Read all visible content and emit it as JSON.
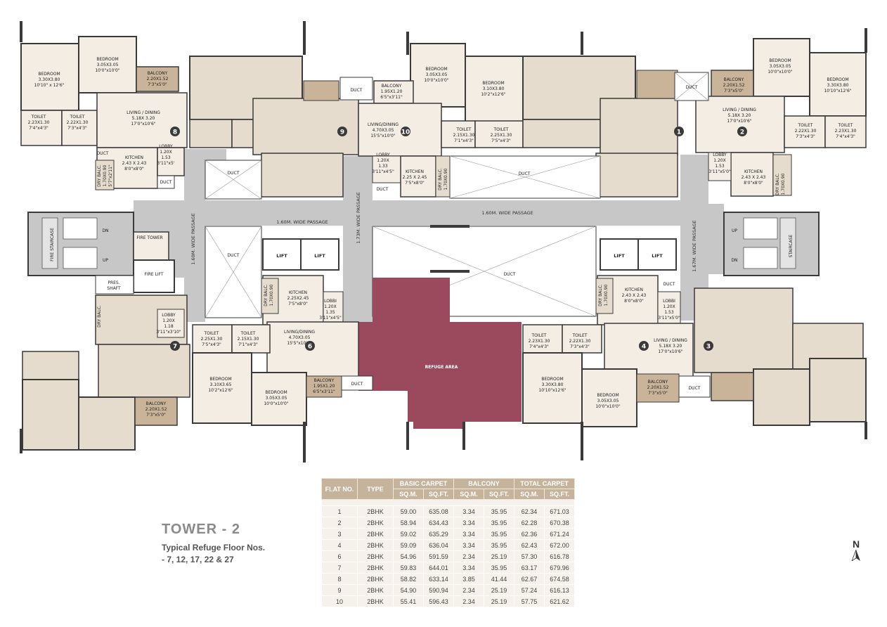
{
  "title": "TOWER - 2",
  "subtitle_line1": "Typical Refuge Floor Nos.",
  "subtitle_line2": "- 7, 12, 17, 22 & 27",
  "north": "N",
  "passages": {
    "p1": "1.60M. WIDE PASSAGE",
    "p2": "1.60M. WIDE PASSAGE",
    "p3": "1.73M. WIDE PASSAGE",
    "p4": "1.60M. WIDE PASSAGE",
    "p5": "1.67M. WIDE PASSAGE"
  },
  "core": {
    "duct": "DUCT",
    "lift": "LIFT",
    "fire_tower": "FIRE TOWER",
    "fire_lift": "FIRE LIFT",
    "fire_staircase": "FIRE STAIRCASE",
    "staircase": "STAIRCASE",
    "up": "UP",
    "dn": "DN",
    "pres_shaft_1": "PRES.",
    "pres_shaft_2": "SHAFT",
    "refuge": "REFUGE AREA"
  },
  "rooms": {
    "bedroom": "BEDROOM",
    "balcony": "BALCONY",
    "toilet": "TOILET",
    "kitchen": "KITCHEN",
    "living": "LIVING / DINING",
    "living2": "LIVING/DINING",
    "lobby": "LOBBY",
    "lobbi": "LOBBI",
    "dry_balc": "DRY BALC.",
    "f8_bed1": "3.30X3.80",
    "f8_bed1i": "10'10\" x 12'6\"",
    "f8_bed2": "3.05X3.05",
    "f8_bed2i": "10'0\"x10'0\"",
    "f8_bal": "2.20X1.52",
    "f8_bali": "7'3\"x5'0\"",
    "f8_t1": "2.23X1.30",
    "f8_t1i": "7'4\"x4'3\"",
    "f8_t2": "2.22X1.30",
    "f8_t2i": "7'3\"x4'3\"",
    "f8_liv": "5.18X 3.20",
    "f8_livi": "17'0\"x10'6\"",
    "f8_kit": "2.43 X 2.43",
    "f8_kiti": "8'0\"x8'0\"",
    "f8_lob": "1.20X",
    "f8_lob2": "1.53",
    "f8_lobi": "3'11\"x5'",
    "f10_bal": "1.95X1.20",
    "f10_bali": "6'5\"x3'11\"",
    "f10_bed": "3.05X3.05",
    "f10_bedi": "10'0\"x10'0\"",
    "f9_bed": "3.10X3.80",
    "f9_bedi": "10'2\"x12'6\"",
    "f10_liv": "4.70X3.05",
    "f10_livi": "15'5\"x10'0\"",
    "f10_t1": "2.15X1.30",
    "f10_t1i": "7'1\"x4'3\"",
    "f10_t2": "2.25X1.30",
    "f10_t2i": "7'5\"x4'3\"",
    "f10_lob": "1.20X",
    "f10_lob2": "1.33",
    "f10_lobi": "3'11\"x4'5\"",
    "f10_kit": "2.25 X 2.45",
    "f10_kiti": "7'5\"x8'0\"",
    "dry_dim": "1.70X0.90",
    "dry_dimi": "5'7\"x2'11\"",
    "f2_bal": "2.20X1.52",
    "f2_bali": "7'3\"x5'0\"",
    "f2_bed1": "3.05X3.05",
    "f2_bed1i": "10'0\"x10'0\"",
    "f2_bed2": "3.30X3.80",
    "f2_bed2i": "10'10\"x12'6\"",
    "f2_liv": "5.18X 3.20",
    "f2_livi": "17'0\"x10'6\"",
    "f2_t1": "2.22X1.30",
    "f2_t1i": "7'3\"x4'3\"",
    "f2_t2": "2.23X1.30",
    "f2_t2i": "7'4\"x4'3\"",
    "f2_lob": "1.20X",
    "f2_lob2": "1.53",
    "f2_lobi": "3'11\"x5'0\"",
    "f2_kit": "2.43 X 2.43",
    "f2_kiti": "8'0\"x8'0\"",
    "f6_kit": "2.25X2.45",
    "f6_kiti": "7'5\"x8'0\"",
    "f6_lob": "1.20X",
    "f6_lob2": "1.35",
    "f6_lobi": "3'11\"x4'5\"",
    "f6_liv": "4.70X3.05",
    "f6_livi": "15'5\"x10'0\"",
    "f6_t1": "2.25X1.30",
    "f6_t1i": "7'5\"x4'3\"",
    "f6_t2": "2.15X1.30",
    "f6_t2i": "7'1\"x4'3\"",
    "f6_bed1": "3.10X3.65",
    "f6_bed1i": "10'2\"x12'6\"",
    "f6_bed2": "3.05X3.05",
    "f6_bed2i": "10'0\"x10'0\"",
    "f6_bal": "1.95X1.20",
    "f6_bali": "6'5\"x3'11\"",
    "f7_lob": "1.20X",
    "f7_lob2": "1.18",
    "f7_lobi": "3'11\"x3'10\"",
    "f7_bal": "2.20X1.52",
    "f7_bali": "7'3\"x5'0\"",
    "f4_kit": "2.43 X 2.43",
    "f4_kiti": "8'0\"x8'0\"",
    "f4_lob": "1.20X",
    "f4_lob2": "1.53",
    "f4_lobi": "3'11\"x5'0\"",
    "f4_liv": "5.18X 3.20",
    "f4_livi": "17'0\"x10'6\"",
    "f4_t1": "2.23X1.30",
    "f4_t1i": "7'4\"x4'3\"",
    "f4_t2": "2.22X1.30",
    "f4_t2i": "7'3\"x4'3\"",
    "f4_bed1": "3.30X3.80",
    "f4_bed1i": "10'10\"x12'6\"",
    "f4_bed2": "3.05X3.05",
    "f4_bed2i": "10'0\"x10'0\"",
    "f4_bal": "2.20X1.52",
    "f4_bali": "7'3\"x5'0\""
  },
  "flat_numbers": [
    "1",
    "2",
    "3",
    "4",
    "6",
    "7",
    "8",
    "9",
    "10"
  ],
  "table": {
    "headers": {
      "flat_no": "FLAT NO.",
      "type": "TYPE",
      "basic": "BASIC CARPET",
      "balcony": "BALCONY",
      "total": "TOTAL CARPET",
      "sqm": "SQ.M.",
      "sqft": "SQ.FT."
    },
    "rows": [
      [
        "1",
        "2BHK",
        "59.00",
        "635.08",
        "3.34",
        "35.95",
        "62.34",
        "671.03"
      ],
      [
        "2",
        "2BHK",
        "58.94",
        "634.43",
        "3.34",
        "35.95",
        "62.28",
        "670.38"
      ],
      [
        "3",
        "2BHK",
        "59.02",
        "635.29",
        "3.34",
        "35.95",
        "62.36",
        "671.24"
      ],
      [
        "4",
        "2BHK",
        "59.09",
        "636.04",
        "3.34",
        "35.95",
        "62.43",
        "672.00"
      ],
      [
        "6",
        "2BHK",
        "54.96",
        "591.59",
        "2.34",
        "25.19",
        "57.30",
        "616.78"
      ],
      [
        "7",
        "2BHK",
        "59.83",
        "644.01",
        "3.34",
        "35.95",
        "63.17",
        "679.96"
      ],
      [
        "8",
        "2BHK",
        "58.82",
        "633.14",
        "3.85",
        "41.44",
        "62.67",
        "674.58"
      ],
      [
        "9",
        "2BHK",
        "54.90",
        "590.94",
        "2.34",
        "25.19",
        "57.24",
        "616.13"
      ],
      [
        "10",
        "2BHK",
        "55.41",
        "596.43",
        "2.34",
        "25.19",
        "57.75",
        "621.62"
      ]
    ]
  },
  "colors": {
    "wall": "#3a3a3a",
    "room": "#f3ede4",
    "room_shaded": "#e6dccd",
    "balcony": "#c9b49a",
    "passage": "#c7c7c7",
    "refuge": "#9b4a5e",
    "table_header": "#c5b39b",
    "table_cell": "#f6f1ea"
  }
}
